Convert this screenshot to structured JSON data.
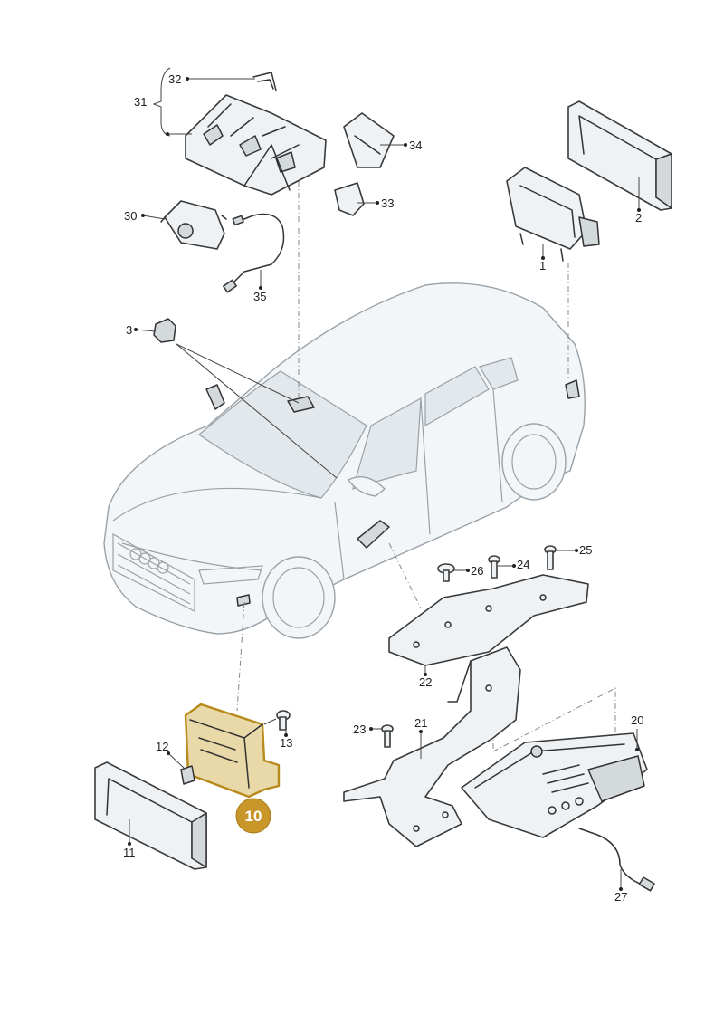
{
  "labels": {
    "p1": "1",
    "p2": "2",
    "p3": "3",
    "p11": "11",
    "p12": "12",
    "p13": "13",
    "p20": "20",
    "p21": "21",
    "p22": "22",
    "p23": "23",
    "p24": "24",
    "p25": "25",
    "p26": "26",
    "p27": "27",
    "p30": "30",
    "p31": "31",
    "p32": "32",
    "p33": "33",
    "p34": "34",
    "p35": "35"
  },
  "highlight": {
    "label": "10",
    "color": "#c9962a"
  }
}
